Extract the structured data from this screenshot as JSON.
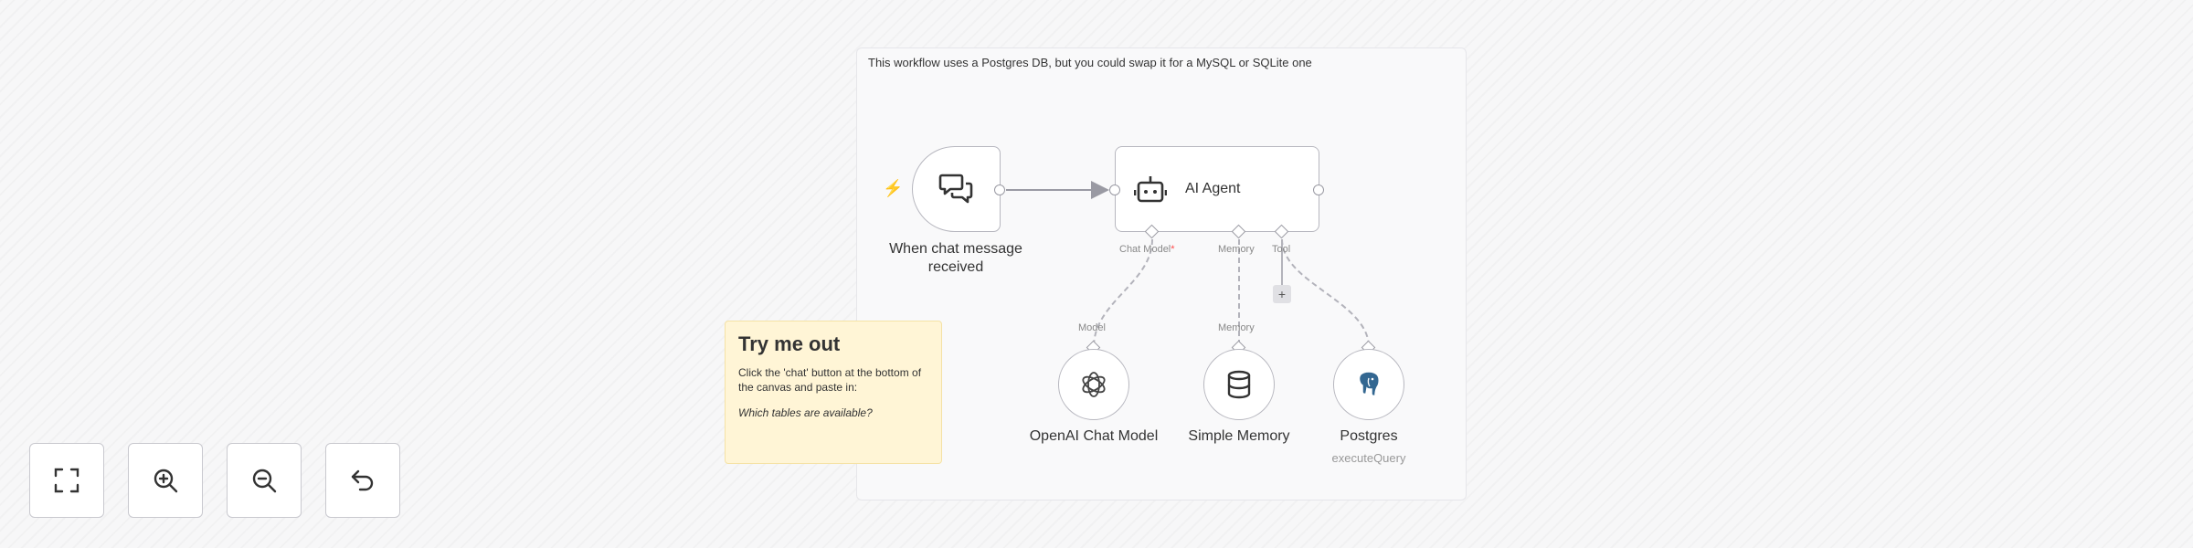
{
  "sticky_main": {
    "text": "This workflow uses a Postgres DB, but you could swap it for a MySQL or SQLite one"
  },
  "sticky_try": {
    "title": "Try me out",
    "body": "Click the 'chat' button at the bottom of the canvas and paste in:",
    "example": "Which tables are available?"
  },
  "nodes": {
    "trigger": {
      "label": "When chat message received",
      "icon": "chat-bubbles-icon"
    },
    "agent": {
      "label": "AI Agent",
      "icon": "robot-icon"
    },
    "openai": {
      "label": "OpenAI Chat Model",
      "icon": "openai-icon"
    },
    "memory": {
      "label": "Simple Memory",
      "icon": "database-icon"
    },
    "postgres": {
      "label": "Postgres",
      "sublabel": "executeQuery",
      "icon": "postgres-elephant-icon"
    }
  },
  "ports": {
    "chat_model": "Chat Model",
    "chat_model_required": "*",
    "memory": "Memory",
    "tool": "Tool",
    "model_in": "Model",
    "memory_in": "Memory"
  },
  "add_tool": {
    "label": "+"
  },
  "controls": [
    {
      "name": "fit-view",
      "icon": "fullscreen-icon"
    },
    {
      "name": "zoom-in",
      "icon": "zoom-in-icon"
    },
    {
      "name": "zoom-out",
      "icon": "zoom-out-icon"
    },
    {
      "name": "reset",
      "icon": "undo-icon"
    }
  ],
  "colors": {
    "trigger_accent": "#ff6d5a",
    "sticky_yellow": "#fff5d6",
    "postgres_blue": "#336791"
  }
}
